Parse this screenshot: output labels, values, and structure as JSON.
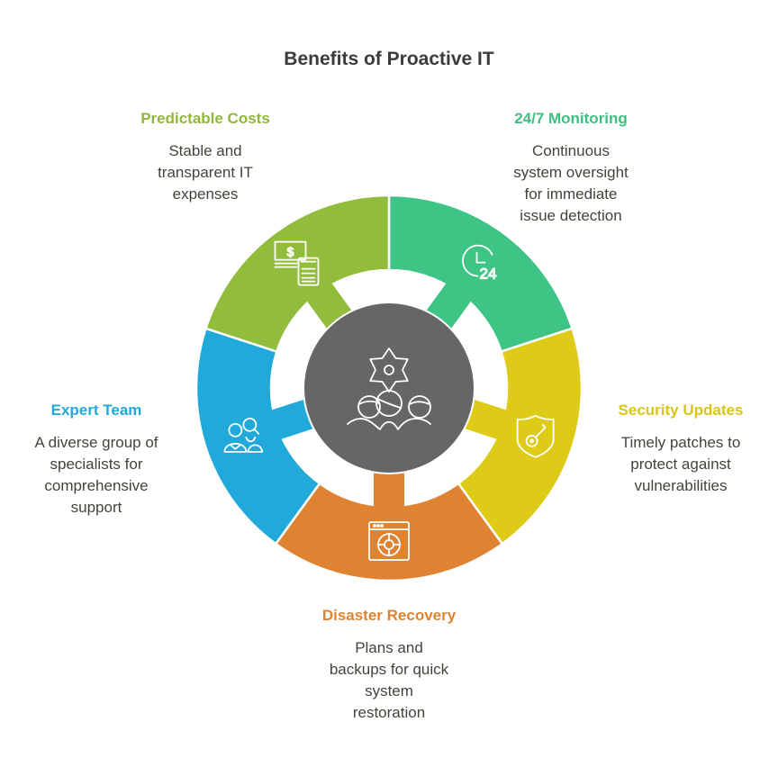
{
  "title": "Benefits of Proactive IT",
  "center": {
    "icon": "gear-with-team-icon",
    "color": "#666666"
  },
  "segments": [
    {
      "key": "monitoring",
      "heading": "24/7 Monitoring",
      "lines": [
        "Continuous",
        "system oversight",
        "for immediate",
        "issue detection"
      ],
      "color": "#3EC484",
      "text_color": "#3DBF7F",
      "icon": "clock-24-icon"
    },
    {
      "key": "security",
      "heading": "Security Updates",
      "lines": [
        "Timely patches to",
        "protect against",
        "vulnerabilities"
      ],
      "color": "#DDCB17",
      "text_color": "#D8C51A",
      "icon": "shield-key-icon"
    },
    {
      "key": "recovery",
      "heading": "Disaster Recovery",
      "lines": [
        "Plans and",
        "backups for quick",
        "system",
        "restoration"
      ],
      "color": "#DE8331",
      "text_color": "#DE8331",
      "icon": "browser-lifebuoy-icon"
    },
    {
      "key": "team",
      "heading": "Expert Team",
      "lines": [
        "A diverse group of",
        "specialists for",
        "comprehensive",
        "support"
      ],
      "color": "#20A9D9",
      "text_color": "#20A9D9",
      "icon": "people-search-icon"
    },
    {
      "key": "costs",
      "heading": "Predictable Costs",
      "lines": [
        "Stable and",
        "transparent IT",
        "expenses"
      ],
      "color": "#92BC3C",
      "text_color": "#8FB83A",
      "icon": "money-calculator-icon"
    }
  ]
}
